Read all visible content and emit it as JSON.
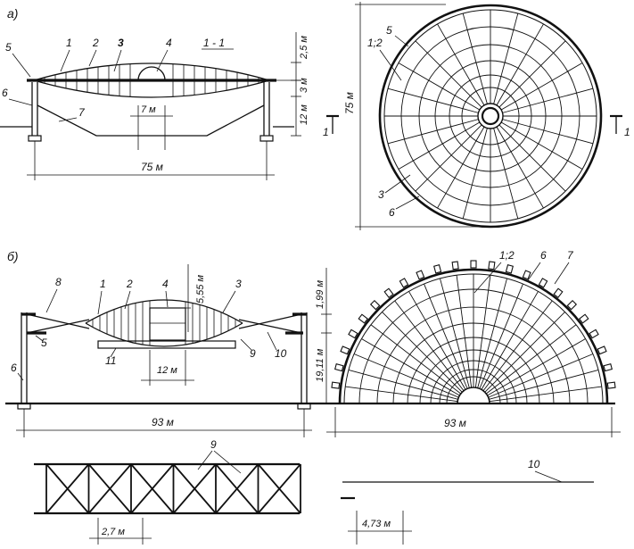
{
  "labels": {
    "a": "а)",
    "b": "б)",
    "section": "1 - 1",
    "section_mark": "1"
  },
  "part_a": {
    "callouts": [
      "5",
      "1",
      "2",
      "3",
      "4",
      "6",
      "7"
    ],
    "plan_callouts": [
      "5",
      "1;2",
      "3",
      "6"
    ],
    "dims": {
      "rise_top": "2,5 м",
      "rise_bottom": "3 м",
      "height": "12 м",
      "center_ring": "7 м",
      "span": "75 м",
      "diameter": "75 м"
    }
  },
  "part_b": {
    "callouts": [
      "8",
      "1",
      "2",
      "4",
      "3",
      "5",
      "9",
      "10",
      "11",
      "6"
    ],
    "plan_callouts": [
      "1;2",
      "6",
      "7"
    ],
    "dims": {
      "hub_height": "5,55 м",
      "rise": "1,99 м",
      "height": "19,11 м",
      "center_ring": "12 м",
      "span": "93 м",
      "plan_span": "93 м",
      "truss_panel": "2,7 м",
      "purlin_spacing": "4,73 м"
    },
    "detail_callouts": [
      "9",
      "10"
    ]
  }
}
